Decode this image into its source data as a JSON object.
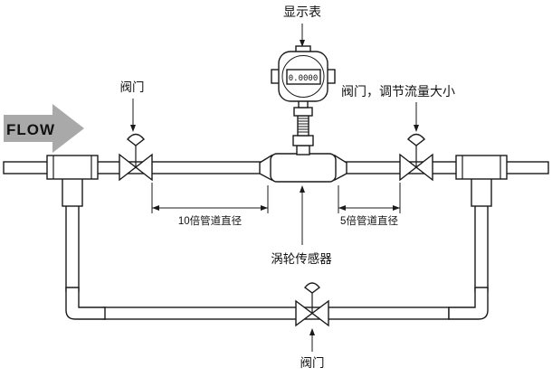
{
  "diagram": {
    "flow_label": "FLOW",
    "display_readout": "0.0000",
    "labels": {
      "display_meter": "显示表",
      "left_valve": "阀门",
      "right_valve": "阀门，调节流量大小",
      "dim_left": "10倍管道直径",
      "dim_right": "5倍管道直径",
      "sensor": "涡轮传感器",
      "bottom_valve": "阀门"
    },
    "colors": {
      "line": "#1a1a1a",
      "flow_arrow": "#a9a9a9",
      "background": "#ffffff"
    }
  }
}
